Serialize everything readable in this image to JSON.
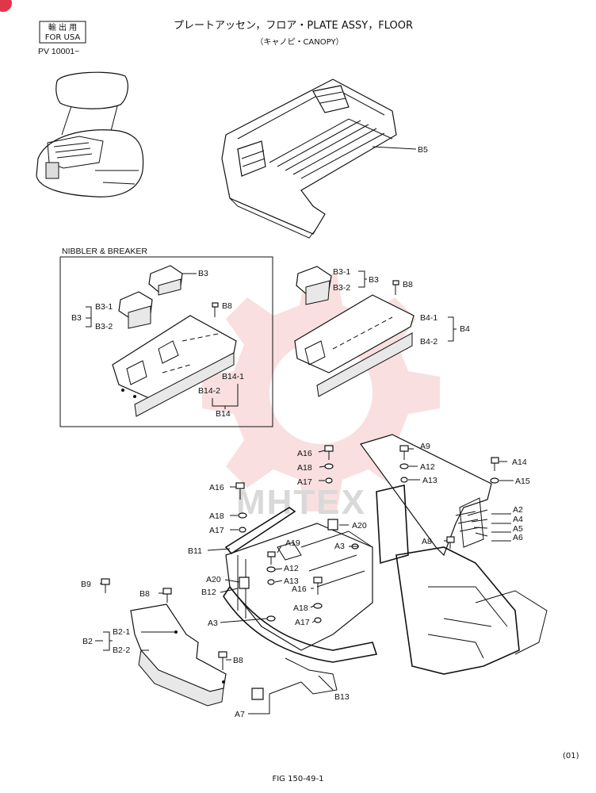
{
  "header": {
    "stamp_line1": "輸 出 用",
    "stamp_line2": "FOR USA",
    "serial": "PV 10001~",
    "title": "プレートアッセン，フロア・PLATE ASSY，FLOOR",
    "subtitle": "（キャノピ・CANOPY）"
  },
  "inset": {
    "title": "NIBBLER & BREAKER"
  },
  "watermark": {
    "text": "MHTEX",
    "color": "#f4c4c4"
  },
  "labels": {
    "B5": "B5",
    "nb_B3": "B3",
    "nb_B3_1": "B3-1",
    "nb_B3_2": "B3-2",
    "nb_B3g": "B3",
    "nb_B8": "B8",
    "nb_B14_1": "B14-1",
    "nb_B14_2": "B14-2",
    "nb_B14": "B14",
    "B3_1": "B3-1",
    "B3_2": "B3-2",
    "B3": "B3",
    "B8_top": "B8",
    "B4_1": "B4-1",
    "B4_2": "B4-2",
    "B4": "B4",
    "A16_a": "A16",
    "A9": "A9",
    "A18_a": "A18",
    "A12_a": "A12",
    "A17_a": "A17",
    "A13_a": "A13",
    "A14": "A14",
    "A15": "A15",
    "A16_b": "A16",
    "A18_b": "A18",
    "A20_a": "A20",
    "A17_b": "A17",
    "A2": "A2",
    "A4": "A4",
    "A5": "A5",
    "A6": "A6",
    "A8": "A8",
    "A3_a": "A3",
    "A19": "A19",
    "B11": "B11",
    "A12_b": "A12",
    "A20_b": "A20",
    "A13_b": "A13",
    "A16_c": "A16",
    "B12": "B12",
    "B9": "B9",
    "B8_mid": "B8",
    "A3_b": "A3",
    "A18_c": "A18",
    "A17_c": "A17",
    "B2": "B2",
    "B2_1": "B2-1",
    "B2_2": "B2-2",
    "B8_low": "B8",
    "B13": "B13",
    "A7": "A7"
  },
  "footer": {
    "figure": "FIG 150-49-1",
    "revision": "(01)"
  }
}
